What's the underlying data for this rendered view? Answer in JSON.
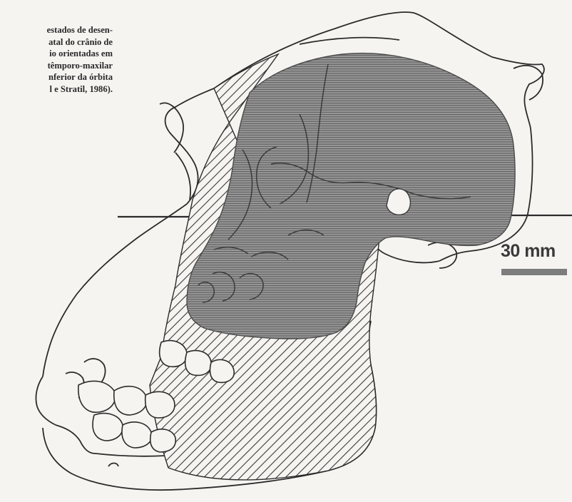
{
  "caption": {
    "lines": [
      "estados de desen-",
      "atal do crânio de",
      "io orientadas em",
      "têmporo-maxilar",
      "nferior da órbita",
      "l e Stratil, 1986)."
    ]
  },
  "scale_bar": {
    "label": "30 mm"
  },
  "colors": {
    "background": "#f6f4f1",
    "outline": "#2b2b2b",
    "infant_fill": "#8e8e8e",
    "hatch": "#3a3a3a",
    "scale_bar": "#7d7d7d"
  }
}
